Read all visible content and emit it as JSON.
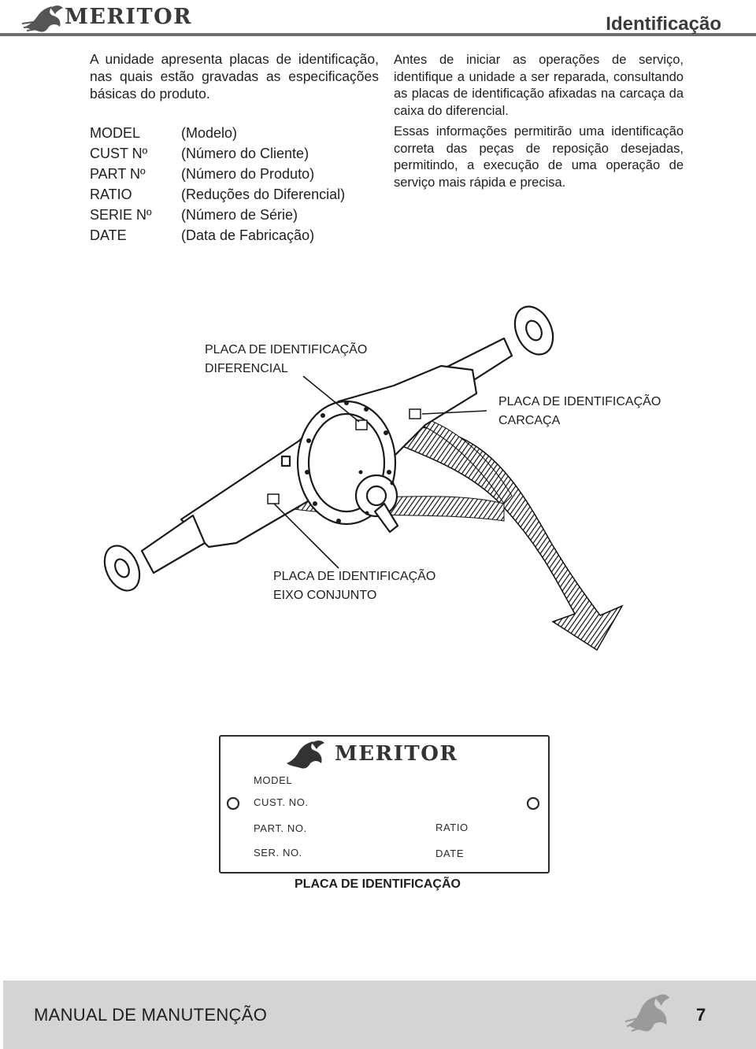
{
  "header": {
    "brand": "MERITOR",
    "section_title": "Identificação"
  },
  "intro": {
    "text": "A unidade apresenta placas de identificação, nas quais estão gravadas as especificações básicas do produto."
  },
  "specs": [
    {
      "code": "MODEL",
      "desc": "(Modelo)"
    },
    {
      "code": "CUST Nº",
      "desc": "(Número do Cliente)"
    },
    {
      "code": "PART Nº",
      "desc": "(Número do Produto)"
    },
    {
      "code": "RATIO",
      "desc": "(Reduções do Diferencial)"
    },
    {
      "code": "SERIE Nº",
      "desc": "(Número de Série)"
    },
    {
      "code": "DATE",
      "desc": "(Data de Fabricação)"
    }
  ],
  "right_column": {
    "p1": "Antes de iniciar as operações de serviço, identifique a unidade a ser reparada, consultando as placas de identificação afixadas na carcaça da caixa do diferencial.",
    "p2": "Essas informações permitirão uma identificação correta das peças de reposição desejadas, permitindo, a execução de uma operação de serviço mais rápida e precisa."
  },
  "diagram": {
    "callout_diff_line1": "PLACA DE IDENTIFICAÇÃO",
    "callout_diff_line2": "DIFERENCIAL",
    "callout_housing_line1": "PLACA DE IDENTIFICAÇÃO",
    "callout_housing_line2": "CARCAÇA",
    "callout_axle_line1": "PLACA DE IDENTIFICAÇÃO",
    "callout_axle_line2": "EIXO CONJUNTO"
  },
  "plate": {
    "brand": "MERITOR",
    "model": "MODEL",
    "cust_no": "CUST. NO.",
    "part_no": "PART. NO.",
    "ser_no": "SER. NO.",
    "ratio": "RATIO",
    "date": "DATE",
    "caption": "PLACA DE IDENTIFICAÇÃO"
  },
  "footer": {
    "title": "MANUAL DE MANUTENÇÃO",
    "page": "7"
  }
}
